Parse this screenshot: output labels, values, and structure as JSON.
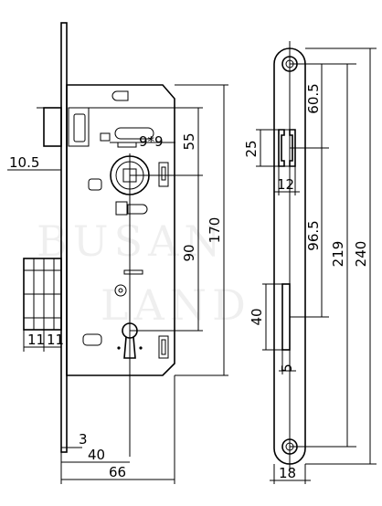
{
  "dimensions": {
    "backset_55": "55",
    "spindle_9x9": "9*9",
    "body_height_170": "170",
    "center_distance_90": "90",
    "latch_offset_10_5": "10.5",
    "deadbolt_11a": "11",
    "deadbolt_11b": "11",
    "faceplate_3": "3",
    "dim_40_bottom": "40",
    "depth_66": "66",
    "top_60_5": "60.5",
    "latch_slot_25": "25",
    "latch_slot_width_12": "12",
    "latch_to_slot_96_5": "96.5",
    "hole_spacing_219": "219",
    "faceplate_length_240": "240",
    "bolt_slot_40": "40",
    "bolt_slot_width_5": "5",
    "faceplate_width_18": "18"
  },
  "watermark": {
    "line1": "BUSAN",
    "line2": "LAND"
  }
}
